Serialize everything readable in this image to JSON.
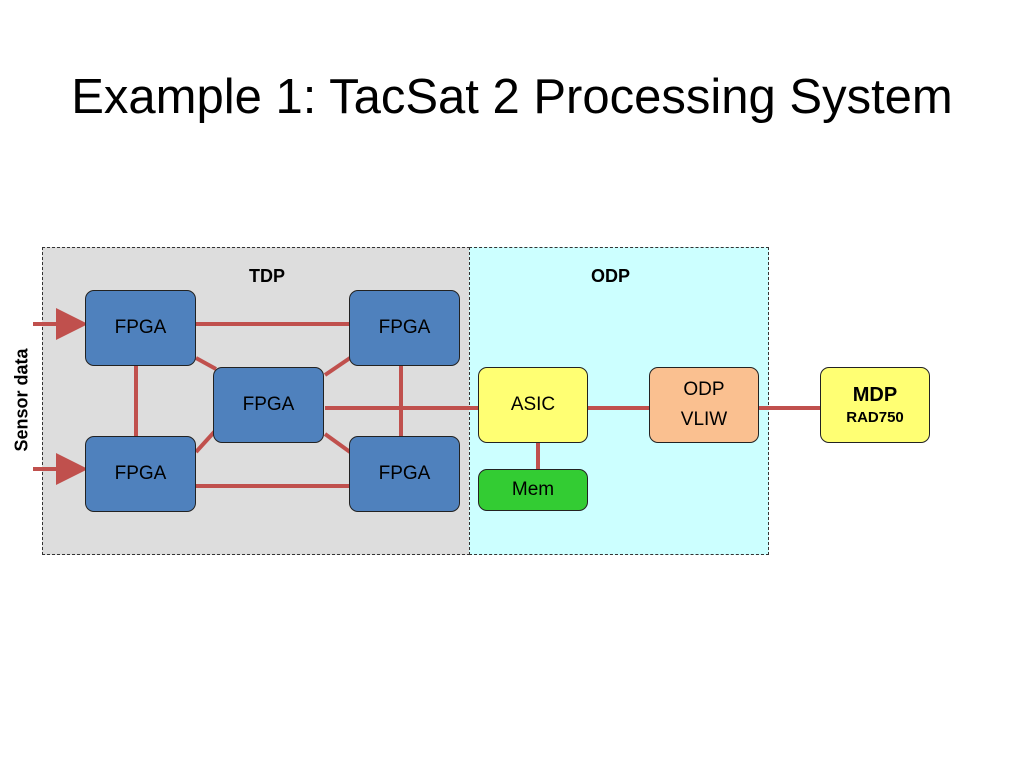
{
  "title": "Example 1: TacSat 2 Processing System",
  "regions": {
    "tdp": "TDP",
    "odp": "ODP"
  },
  "side_label": "Sensor data",
  "nodes": {
    "fpga_top_left": "FPGA",
    "fpga_top_right": "FPGA",
    "fpga_center": "FPGA",
    "fpga_bottom_left": "FPGA",
    "fpga_bottom_right": "FPGA",
    "asic": "ASIC",
    "mem": "Mem",
    "odp_vliw_line1": "ODP",
    "odp_vliw_line2": "VLIW",
    "mdp_name": "MDP",
    "mdp_sub": "RAD750"
  },
  "colors": {
    "tdp_region": "#dddddd",
    "odp_region": "#ccffff",
    "fpga": "#4f81bd",
    "asic": "#ffff73",
    "vliw": "#fac090",
    "mem": "#33cc33",
    "mdp": "#ffff73",
    "link": "#c0504d"
  }
}
